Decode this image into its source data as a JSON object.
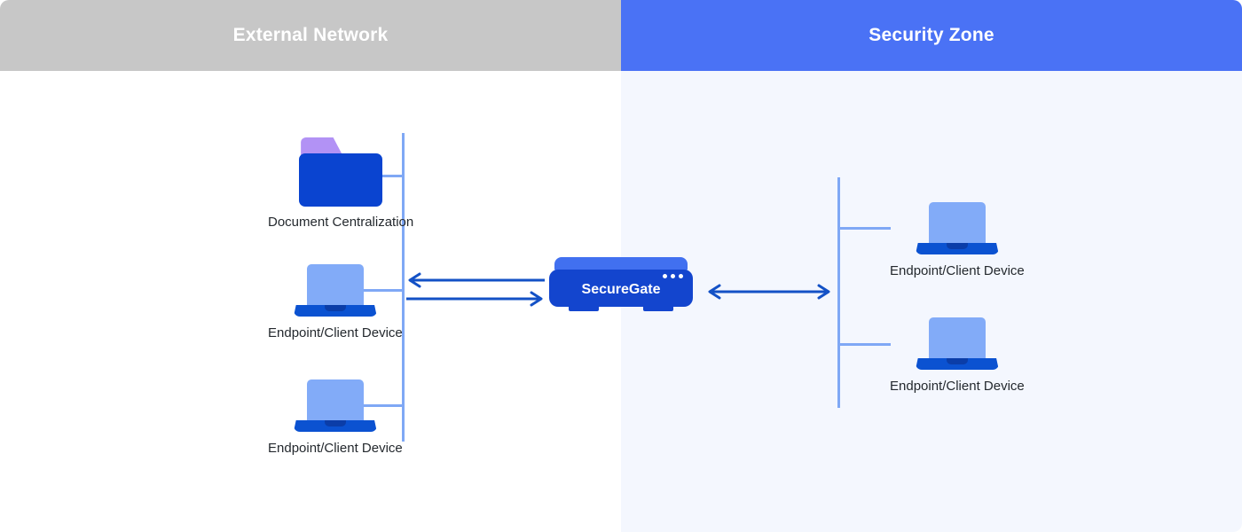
{
  "diagram": {
    "title_left": "External Network",
    "title_right": "Security Zone",
    "colors": {
      "left_header_bg": "#c7c7c7",
      "right_header_bg": "#4a72f5",
      "left_body_bg": "#ffffff",
      "right_body_bg": "#f4f7fe",
      "bus_line": "#7fa8f5",
      "arrow": "#1351c6",
      "folder_tab": "#b292f5",
      "folder_body": "#0a44d0",
      "laptop_screen": "#82abf8",
      "laptop_base": "#0b52d1",
      "appliance_top": "#4170f0",
      "appliance_body": "#1345ce",
      "label_text": "#24292e"
    }
  },
  "external_network": {
    "nodes": [
      {
        "label": "Document Centralization",
        "icon": "folder-icon"
      },
      {
        "label": "Endpoint/Client Device",
        "icon": "laptop-icon"
      },
      {
        "label": "Endpoint/Client Device",
        "icon": "laptop-icon"
      }
    ]
  },
  "security_zone": {
    "nodes": [
      {
        "label": "Endpoint/Client Device",
        "icon": "laptop-icon"
      },
      {
        "label": "Endpoint/Client Device",
        "icon": "laptop-icon"
      }
    ]
  },
  "gateway": {
    "label": "SecureGate",
    "led_count": 3
  },
  "flows": [
    {
      "name": "inbound-to-external",
      "direction": "left",
      "side": "left"
    },
    {
      "name": "outbound-to-gateway",
      "direction": "right",
      "side": "left"
    },
    {
      "name": "gateway-to-security-zone",
      "direction": "both",
      "side": "right"
    }
  ]
}
